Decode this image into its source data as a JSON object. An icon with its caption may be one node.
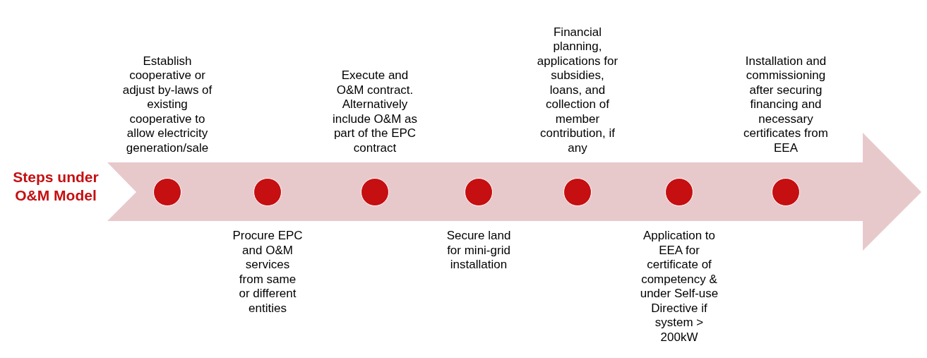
{
  "diagram": {
    "title": "Steps under O&M Model",
    "nodes": [
      {
        "text": [],
        "shape": "circle",
        "beside": [
          "Establish cooperative or adjust by-laws of existing cooperative to allow electricity generation/sale"
        ]
      },
      {
        "text": [],
        "shape": "circle",
        "beside": [
          "Procure EPC and O&M services from same or different entities"
        ]
      },
      {
        "text": [],
        "shape": "circle",
        "beside": [
          "Execute and O&M contract. Alternatively include O&M as part of the EPC contract"
        ]
      },
      {
        "text": [],
        "shape": "circle",
        "beside": [
          "Secure land for mini-grid installation"
        ]
      },
      {
        "text": [],
        "shape": "circle",
        "beside": [
          "Financial planning, applications for subsidies, loans, and collection of member contribution, if any"
        ]
      },
      {
        "text": [],
        "shape": "circle",
        "beside": [
          "Application to EEA for certificate of competency & under Self-use Directive if system > 200kW"
        ]
      },
      {
        "text": [],
        "shape": "circle",
        "beside": [
          "Installation and commissioning after securing financing and necessary certificates from EEA"
        ]
      }
    ]
  }
}
